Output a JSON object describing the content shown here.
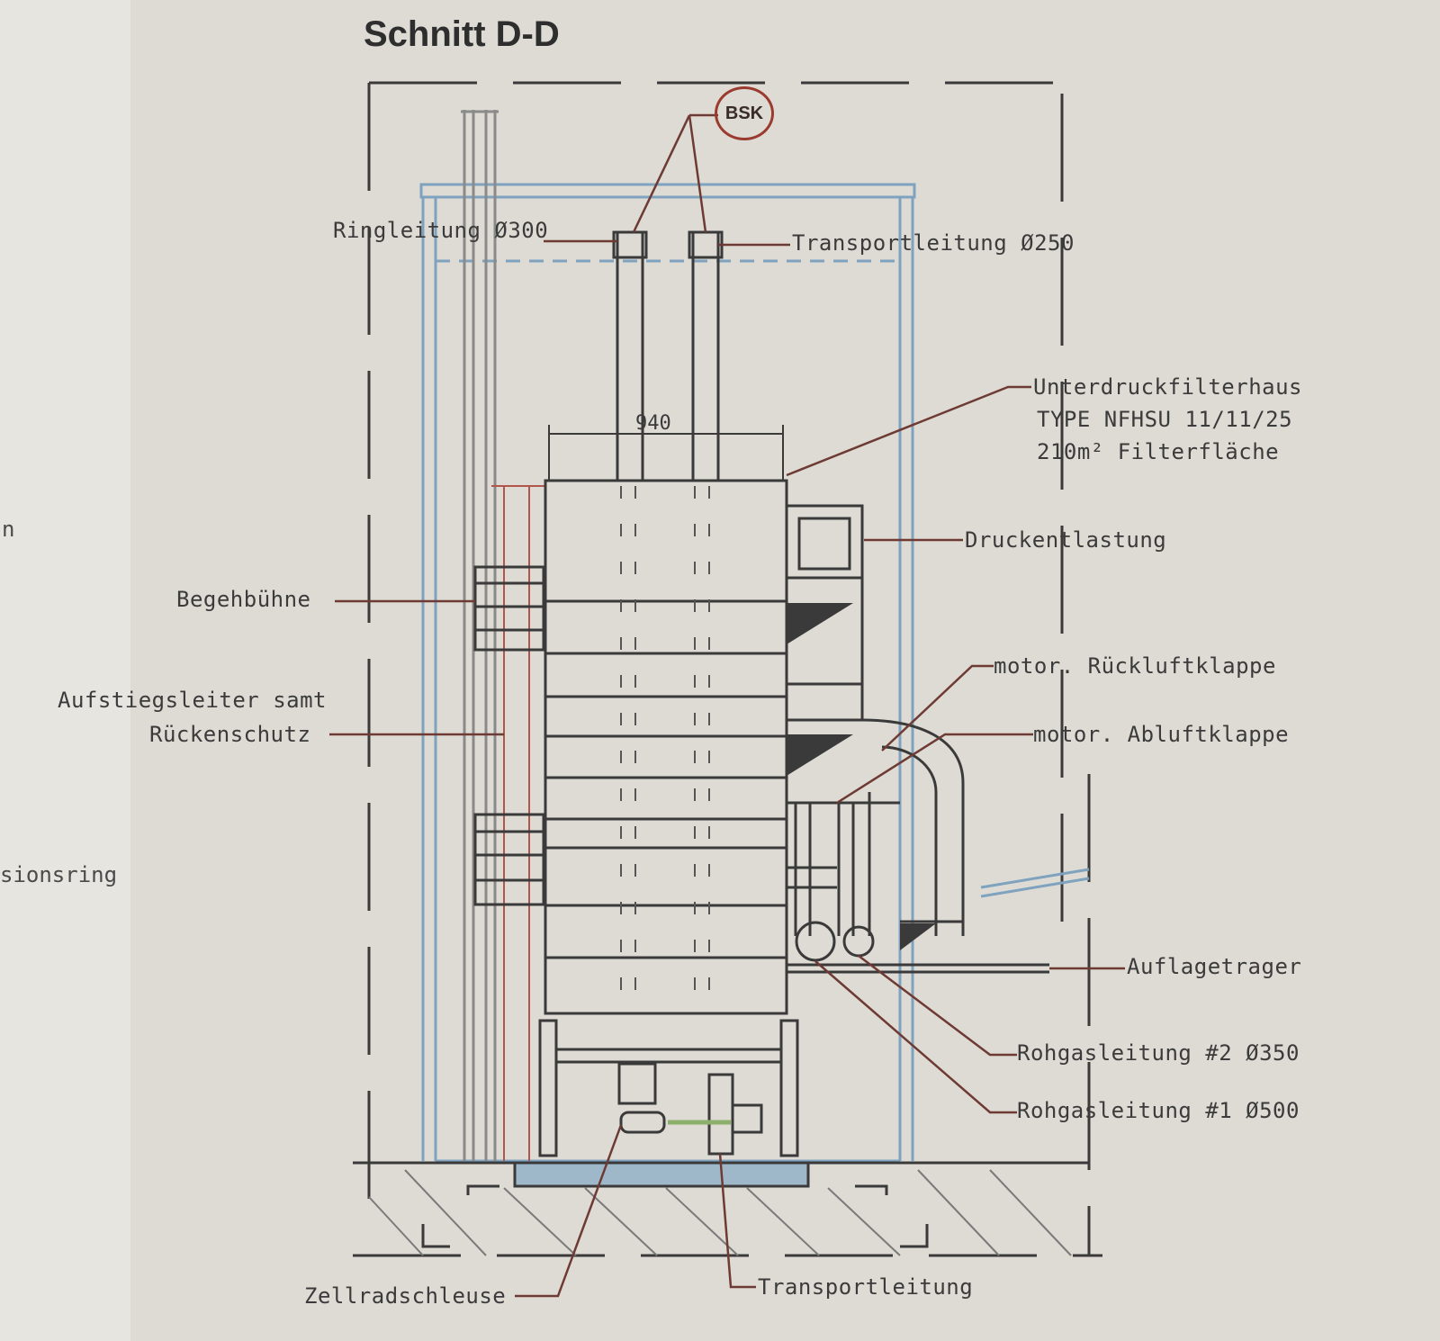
{
  "title": "Schnitt D-D",
  "badge": "BSK",
  "dimension": "940",
  "labels": {
    "ringleitung": "Ringleitung Ø300",
    "transportleitung_top": "Transportleitung Ø250",
    "filterhaus_1": "Unterdruckfilterhaus",
    "filterhaus_2": "TYPE NFHSU 11/11/25",
    "filterhaus_3": "210m² Filterfläche",
    "druckentlastung": "Druckentlastung",
    "begehbuehne": "Begehbühne",
    "motor_rueckluft": "motor. Rückluftklappe",
    "aufstieg_1": "Aufstiegsleiter samt",
    "aufstieg_2": "Rückenschutz",
    "motor_abluft": "motor. Abluftklappe",
    "auflagetrager": "Auflagetrager",
    "rohgas2": "Rohgasleitung #2 Ø350",
    "rohgas1": "Rohgasleitung #1 Ø500",
    "zellradschleuse": "Zellradschleuse",
    "transportleitung_bottom": "Transportleitung"
  },
  "edge_text": {
    "left_top": "n",
    "left_bottom": "sionsring"
  },
  "colors": {
    "paper": "#d9d7d0",
    "line": "#3a3a3a",
    "leader": "#6e3a34",
    "blue": "#7fa2bf",
    "red": "#b2564c"
  }
}
